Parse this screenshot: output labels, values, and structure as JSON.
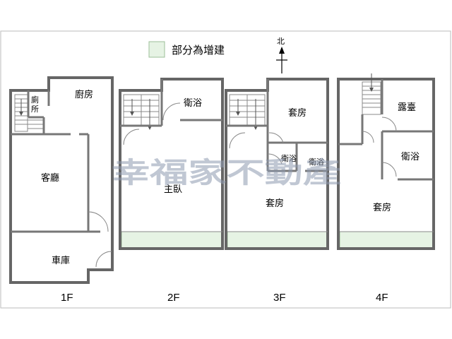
{
  "legend": {
    "label": "部分為增建",
    "swatch_color": "#e6f3e4"
  },
  "north": {
    "label": "北"
  },
  "watermark": "幸福家不動產",
  "floors": {
    "f1": {
      "label": "1F",
      "rooms": {
        "kitchen": "廚房",
        "toilet_line1": "廁",
        "toilet_line2": "所",
        "living": "客廳",
        "garage": "車庫"
      }
    },
    "f2": {
      "label": "2F",
      "rooms": {
        "bath": "衛浴",
        "master": "主臥"
      }
    },
    "f3": {
      "label": "3F",
      "rooms": {
        "suite1": "套房",
        "bath1": "衛浴",
        "bath2": "衛浴",
        "suite2": "套房"
      }
    },
    "f4": {
      "label": "4F",
      "rooms": {
        "terrace": "露臺",
        "bath": "衛浴",
        "suite": "套房"
      }
    }
  }
}
